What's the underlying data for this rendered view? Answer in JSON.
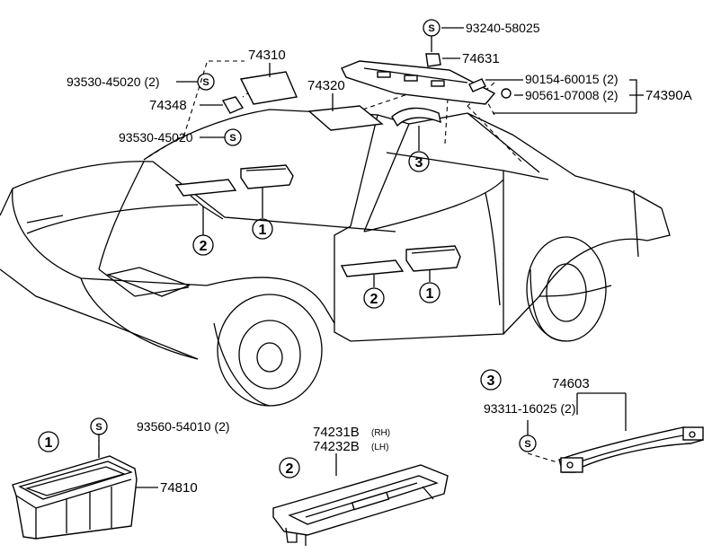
{
  "parts": {
    "p93240_58025": "93240-58025",
    "p74631": "74631",
    "p74310": "74310",
    "p90154_60015": "90154-60015 (2)",
    "p90561_07008": "90561-07008 (2)",
    "p74390A": "74390A",
    "p93530_45020_2": "93530-45020 (2)",
    "p74320": "74320",
    "p74348": "74348",
    "p93530_45020": "93530-45020",
    "p74603": "74603",
    "p93311_16025": "93311-16025 (2)",
    "p93560_54010": "93560-54010 (2)",
    "p74231B": "74231B",
    "p74232B": "74232B",
    "rh": "(RH)",
    "lh": "(LH)",
    "p74810": "74810"
  },
  "callouts": {
    "one": "1",
    "two": "2",
    "three": "3",
    "s": "S"
  }
}
